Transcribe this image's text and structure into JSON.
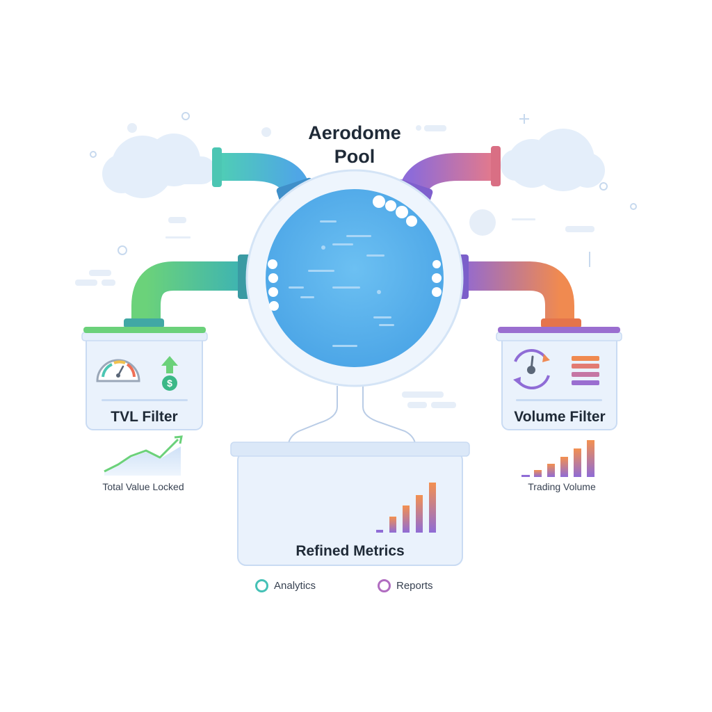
{
  "pool": {
    "title_line1": "Aerodome",
    "title_line2": "Pool"
  },
  "tvl_filter": {
    "title": "TVL Filter",
    "caption": "Total Value Locked"
  },
  "volume_filter": {
    "title": "Volume Filter",
    "caption": "Trading Volume"
  },
  "refined": {
    "title": "Refined Metrics"
  },
  "legend": {
    "analytics": "Analytics",
    "reports": "Reports"
  },
  "colors": {
    "water": "#5ab4ee",
    "teal": "#45c1b6",
    "green": "#6bd17a",
    "purple": "#8f6cd6",
    "orange": "#ef8a55",
    "panel": "#eaf2fc",
    "panel_border": "#c9dbf3"
  },
  "icons": [
    "gauge-icon",
    "dollar-arrow-icon",
    "cycle-gauge-icon",
    "list-bars-icon",
    "line-chart-icon",
    "bar-chart-icon"
  ]
}
